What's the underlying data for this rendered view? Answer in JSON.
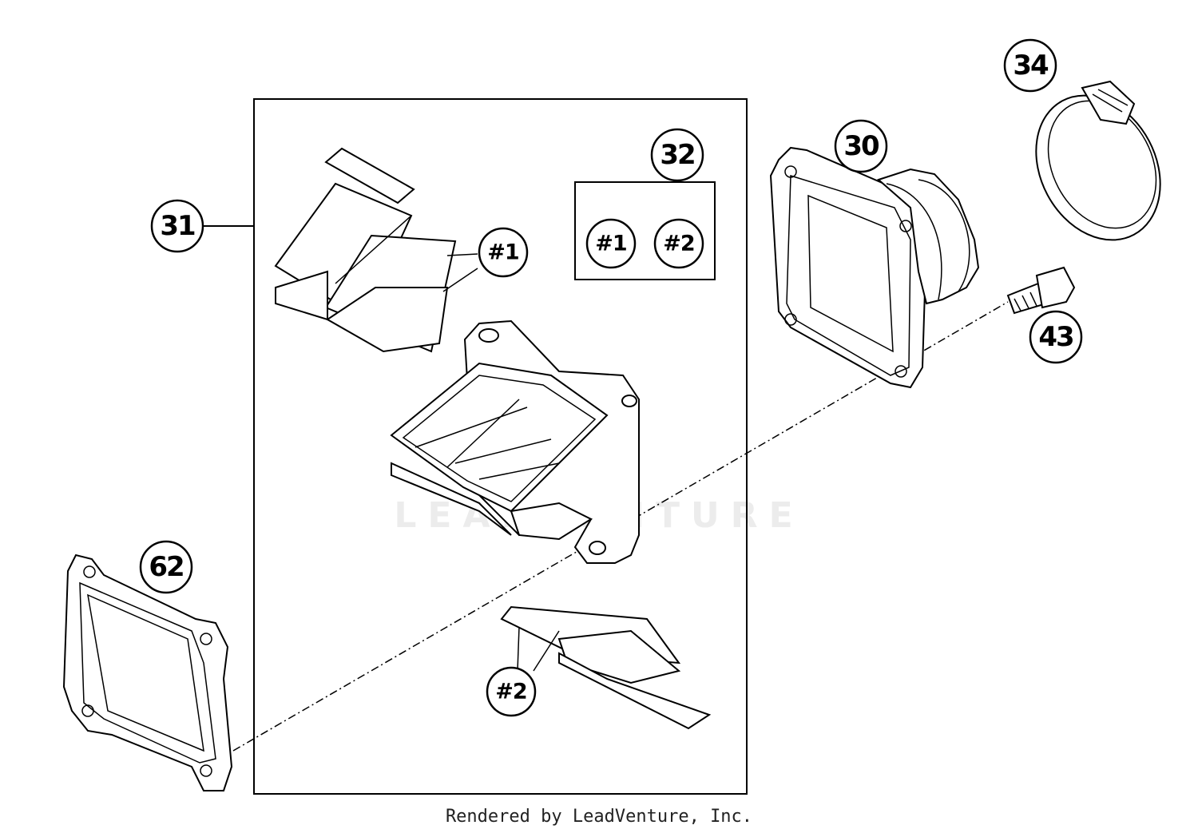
{
  "watermark": "LEADVENTURE",
  "callouts": {
    "c30": "30",
    "c31": "31",
    "c32": "32",
    "c34": "34",
    "c43": "43",
    "c62": "62",
    "reed1": "#1",
    "reed2": "#2",
    "kit1": "#1",
    "kit2": "#2"
  },
  "footer": "Rendered by LeadVenture, Inc."
}
